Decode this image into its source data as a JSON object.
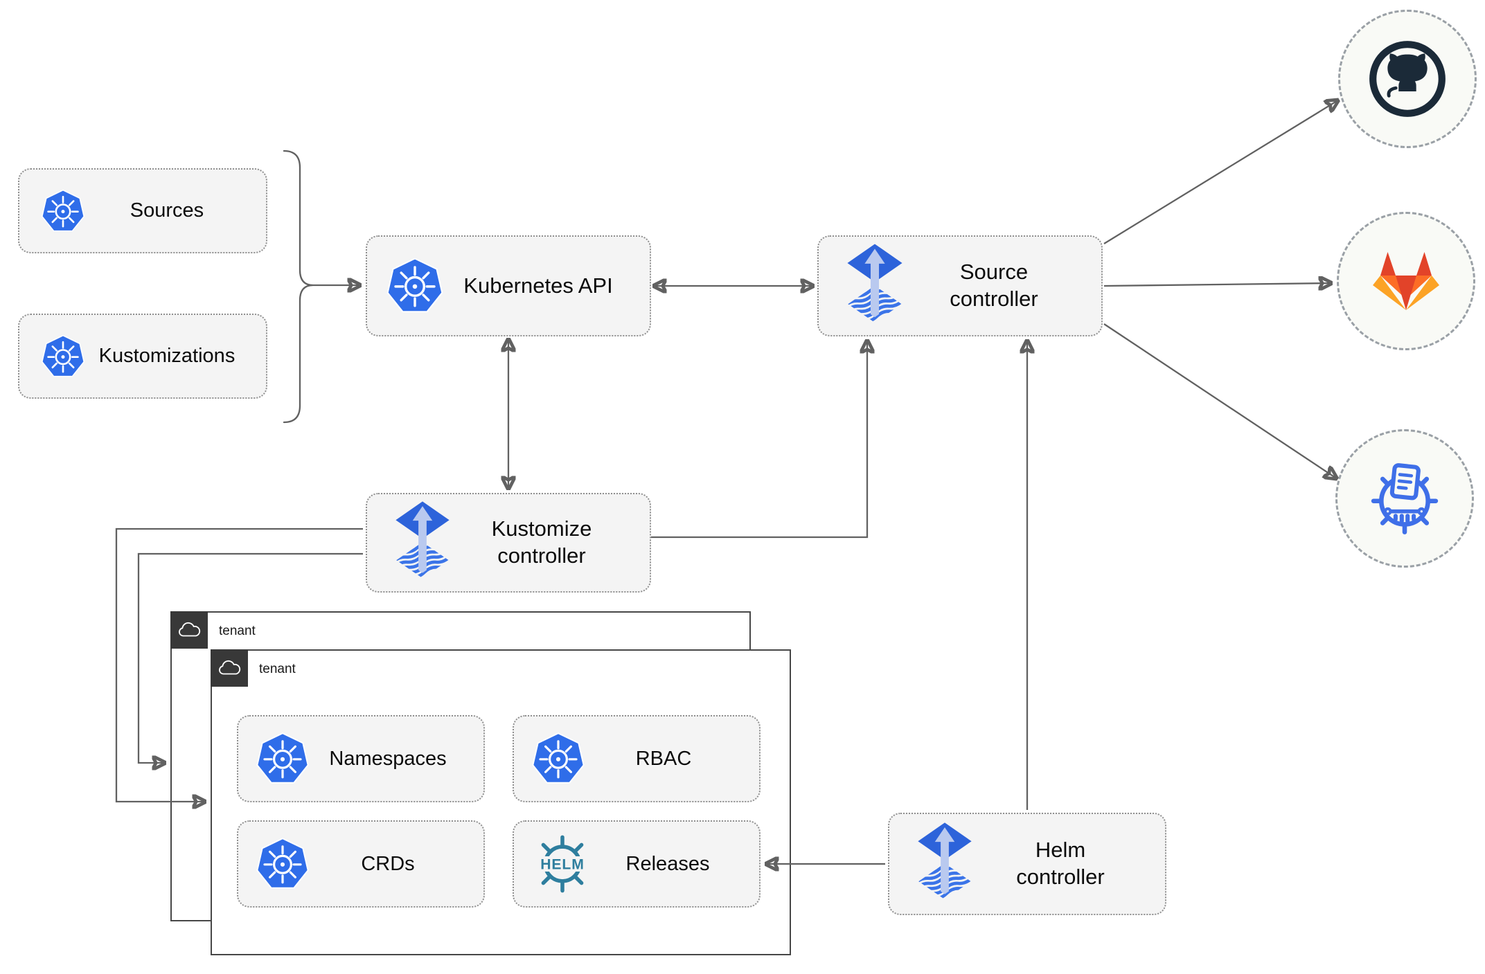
{
  "diagram": {
    "kind": "flux-gitops-architecture",
    "nodes": {
      "sources": {
        "label": "Sources",
        "icon": "kubernetes-icon"
      },
      "kustomizations": {
        "label": "Kustomizations",
        "icon": "kubernetes-icon"
      },
      "kubernetes_api": {
        "label": "Kubernetes API",
        "icon": "kubernetes-icon"
      },
      "source_controller": {
        "label": "Source\ncontroller",
        "icon": "flux-icon"
      },
      "kustomize_controller": {
        "label": "Kustomize\ncontroller",
        "icon": "flux-icon"
      },
      "helm_controller": {
        "label": "Helm\ncontroller",
        "icon": "flux-icon"
      },
      "namespaces": {
        "label": "Namespaces",
        "icon": "kubernetes-icon"
      },
      "rbac": {
        "label": "RBAC",
        "icon": "kubernetes-icon"
      },
      "crds": {
        "label": "CRDs",
        "icon": "kubernetes-icon"
      },
      "releases": {
        "label": "Releases",
        "icon": "helm-icon",
        "icon_text": "HELM"
      }
    },
    "groups": {
      "tenant_back": {
        "label": "tenant",
        "icon": "cloud-icon"
      },
      "tenant_front": {
        "label": "tenant",
        "icon": "cloud-icon"
      }
    },
    "endpoints": {
      "github": {
        "icon": "github-icon"
      },
      "gitlab": {
        "icon": "gitlab-icon"
      },
      "helm_repository": {
        "icon": "chartmuseum-icon"
      }
    },
    "colors": {
      "kubernetes_blue": "#2f6de9",
      "flux_blue": "#2d63da",
      "flux_stripe_blue": "#3b74e8",
      "flux_arrow_light": "#b9c9ef",
      "helm_teal": "#2e7e9e",
      "github_dark": "#1b2a38",
      "gitlab_red": "#e24329",
      "gitlab_orange": "#fc6d26",
      "gitlab_amber": "#fca326",
      "chartmuseum_blue": "#3f6fe8",
      "connector_gray": "#616161",
      "node_fill": "#f4f4f4",
      "node_border": "#8f8f8f",
      "tenant_border": "#474747",
      "tenant_tab_bg": "#383838"
    }
  }
}
